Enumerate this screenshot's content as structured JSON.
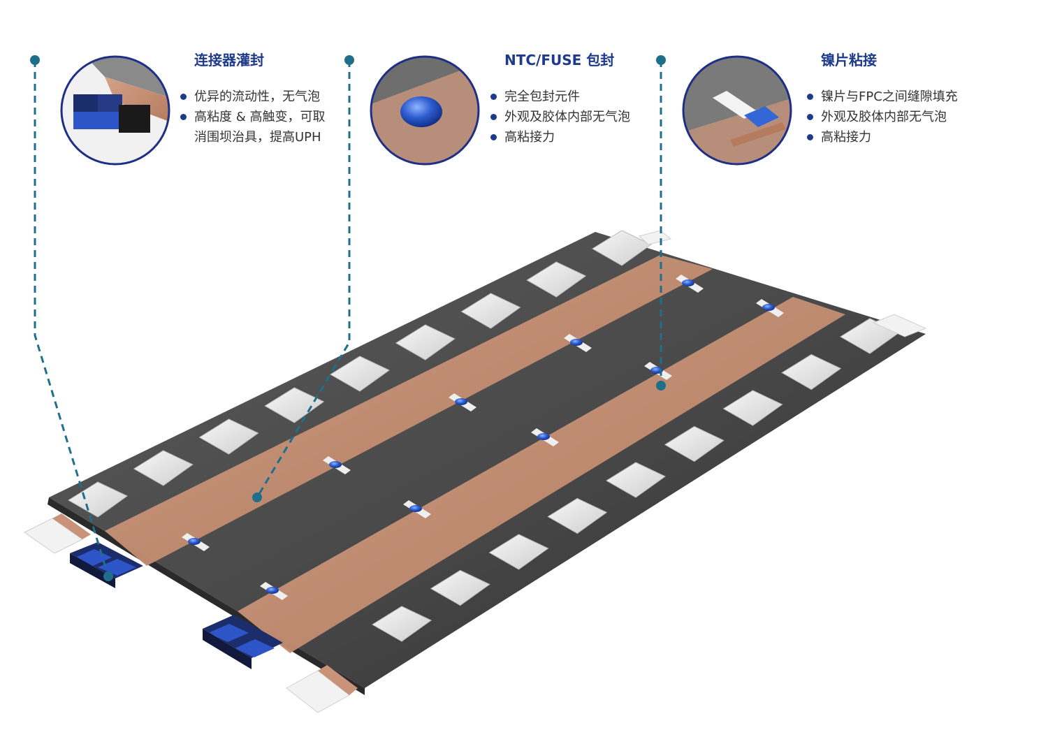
{
  "colors": {
    "title": "#1e3a8a",
    "bullet": "#1e3a8a",
    "body_text": "#333333",
    "leader_line": "#1f6f8b",
    "circle_border": "#1e2f86",
    "board": "#4f4f4f",
    "copper": "#c9937a",
    "nickel": "#e4e4e4",
    "ntc_blue": "#2d5bd0"
  },
  "callouts": [
    {
      "title": "连接器灌封",
      "icon": "connector-potting-icon",
      "bullets": [
        "优异的流动性，无气泡",
        "高粘度 & 高触变，可取",
        "消围坝治具，提高UPH"
      ]
    },
    {
      "title": "NTC/FUSE 包封",
      "icon": "ntc-encapsulation-icon",
      "bullets": [
        "完全包封元件",
        "外观及胶体内部无气泡",
        "高粘接力"
      ]
    },
    {
      "title": "镍片粘接",
      "icon": "nickel-bonding-icon",
      "bullets": [
        "镍片与FPC之间缝隙填充",
        "外观及胶体内部无气泡",
        "高粘接力"
      ]
    }
  ]
}
